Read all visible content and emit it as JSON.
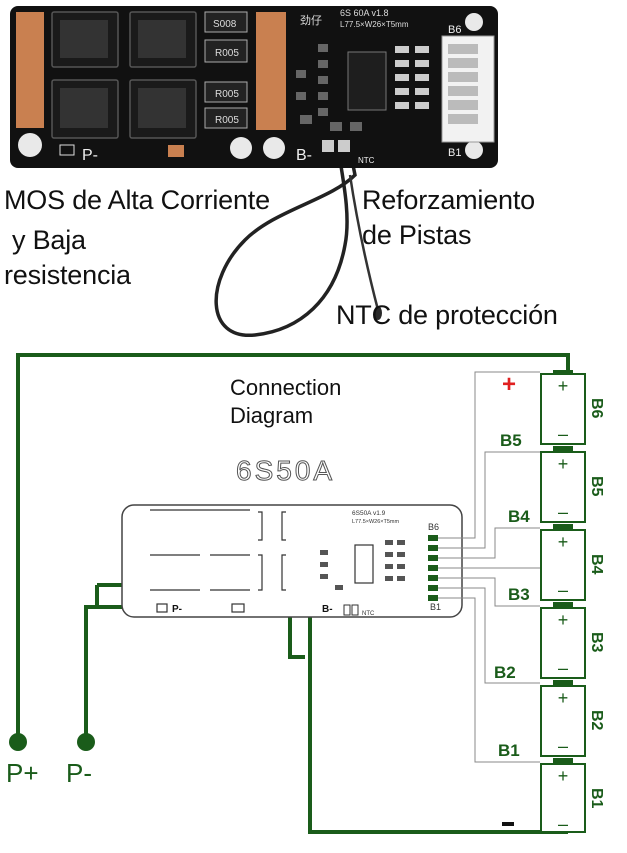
{
  "photo": {
    "board_marking": "6S 60A v1.8",
    "board_dims": "L77.5×W26×T5mm",
    "resistor_top": "S008",
    "resistor_codes": [
      "R005",
      "R005",
      "R005"
    ],
    "pad_p_minus": "P-",
    "pad_b_minus": "B-",
    "ntc_mark": "NTC",
    "conn_top": "B6",
    "conn_bottom": "B1",
    "logo_mark": "劲仔"
  },
  "captions": {
    "mos_line1": "MOS de Alta Corriente",
    "mos_line2": "y Baja",
    "mos_line3": "resistencia",
    "track_line1": "Reforzamiento",
    "track_line2": "de Pistas",
    "ntc": "NTC de protección"
  },
  "diagram": {
    "title_line1": "Connection",
    "title_line2": "Diagram",
    "model": "6S50A",
    "board_marking": "6S50A v1.9",
    "board_dims": "L77.5×W26×T5mm",
    "pad_p_minus": "P-",
    "pad_b_minus": "B-",
    "ntc_mark": "NTC",
    "conn_top": "B6",
    "conn_bottom": "B1",
    "terminal_p_plus": "P+",
    "terminal_p_minus": "P-",
    "plus_sign": "+",
    "minus_sign": "−",
    "cell_plus": "+",
    "cell_minus": "–",
    "cells": [
      "B6",
      "B5",
      "B4",
      "B3",
      "B2",
      "B1"
    ],
    "balance_taps": [
      "B5",
      "B4",
      "B3",
      "B2",
      "B1"
    ],
    "wire_color": "#1a5c1a",
    "plus_color": "#e02020"
  }
}
